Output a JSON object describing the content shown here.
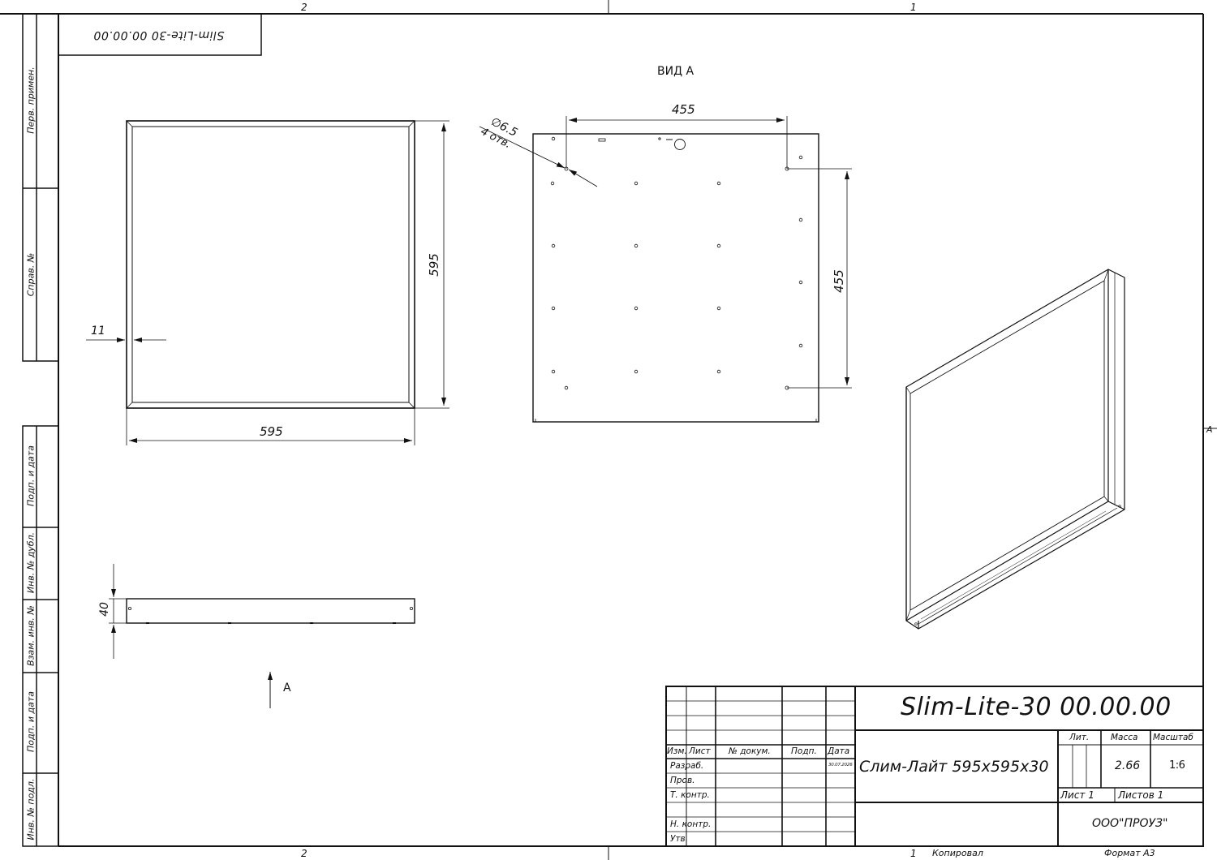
{
  "zones": {
    "top_left": "2",
    "top_right": "1",
    "bottom_left": "2",
    "bottom_right": "1",
    "right_side": "А"
  },
  "mirror_stamp": "Slim-Lite-30 00.00.00",
  "side_columns": {
    "perv_primen": "Перв. примен.",
    "sprav_no": "Справ. №",
    "podp_data_1": "Подп. и дата",
    "inv_dubl": "Инв. № дубл.",
    "vzam_inv": "Взам. инв. №",
    "podp_data_2": "Подп. и дата",
    "inv_podl": "Инв. № подл."
  },
  "front_view": {
    "dim_height": "595",
    "dim_width": "595",
    "dim_frame": "11"
  },
  "side_view": {
    "dim_thickness": "40",
    "view_arrow_label": "А"
  },
  "back_view": {
    "title": "ВИД А",
    "dim_holes_x": "455",
    "dim_holes_y": "455",
    "hole_diameter": "∅6.5",
    "hole_count": "4 отв."
  },
  "title_block": {
    "designation": "Slim-Lite-30 00.00.00",
    "name": "Слим-Лайт 595х595х30",
    "col_izm": "Изм.",
    "col_list": "Лист",
    "col_doc": "№ докум.",
    "col_podp": "Подп.",
    "col_data": "Дата",
    "row_razrab": "Разраб.",
    "row_prov": "Пров.",
    "row_tkontr": "Т. контр.",
    "row_nkontr": "Н. контр.",
    "row_utv": "Утв.",
    "razrab_date": "30.07.2026",
    "lit_label": "Лит.",
    "mass_label": "Масса",
    "scale_label": "Масштаб",
    "mass_value": "2.66",
    "scale_value": "1:6",
    "sheet_label": "Лист 1",
    "sheets_label": "Листов 1",
    "company": "ООО\"ПРОУЗ\""
  },
  "footer": {
    "copied": "Копировал",
    "format": "Формат А3"
  }
}
